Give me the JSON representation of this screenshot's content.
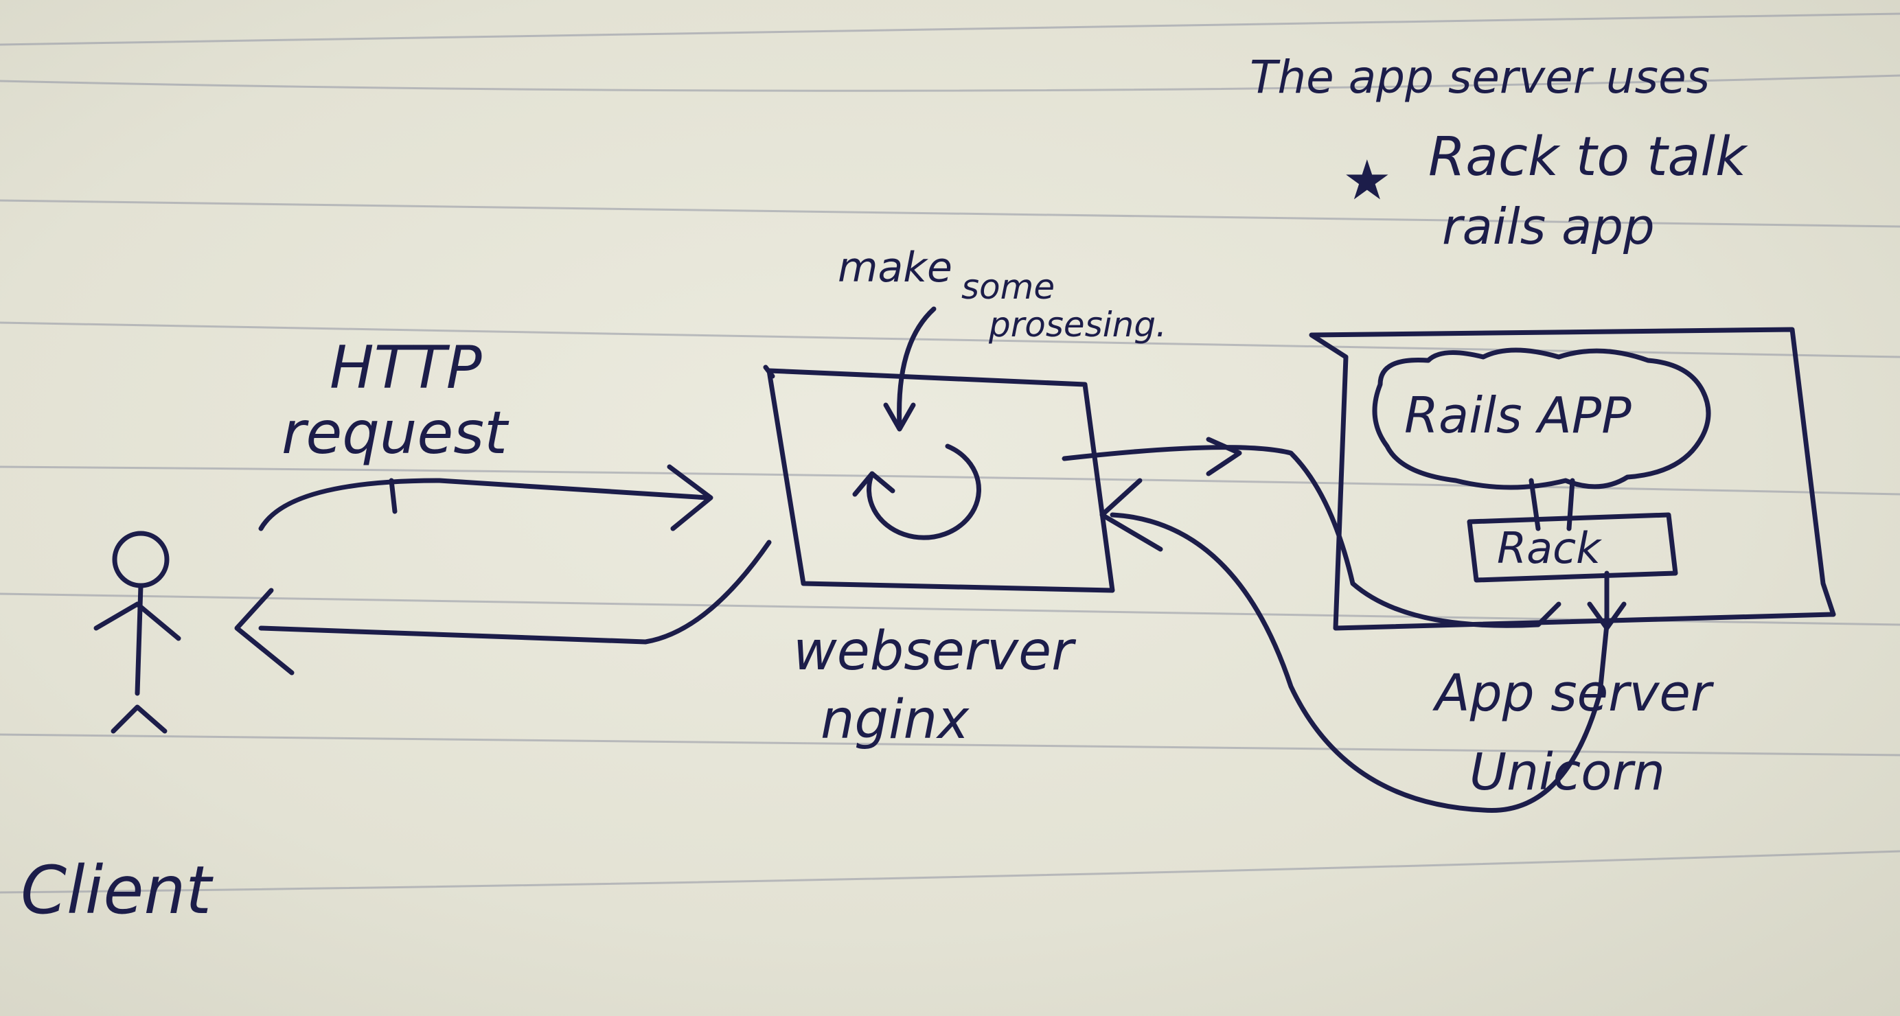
{
  "note": {
    "line1": "The app server uses",
    "line2": "Rack to talk",
    "line3": "rails app"
  },
  "labels": {
    "http_request_1": "HTTP",
    "http_request_2": "request",
    "processing_1": "make",
    "processing_2": "some",
    "processing_3": "prosesing.",
    "webserver_1": "webserver",
    "webserver_2": "nginx",
    "rails_app": "Rails APP",
    "rack": "Rack",
    "app_server_1": "App server",
    "app_server_2": "Unicorn",
    "client": "Client"
  },
  "colors": {
    "ink": "#1c1d4a",
    "rule_line": "#8f93a3",
    "paper": "#e4e3d6"
  }
}
